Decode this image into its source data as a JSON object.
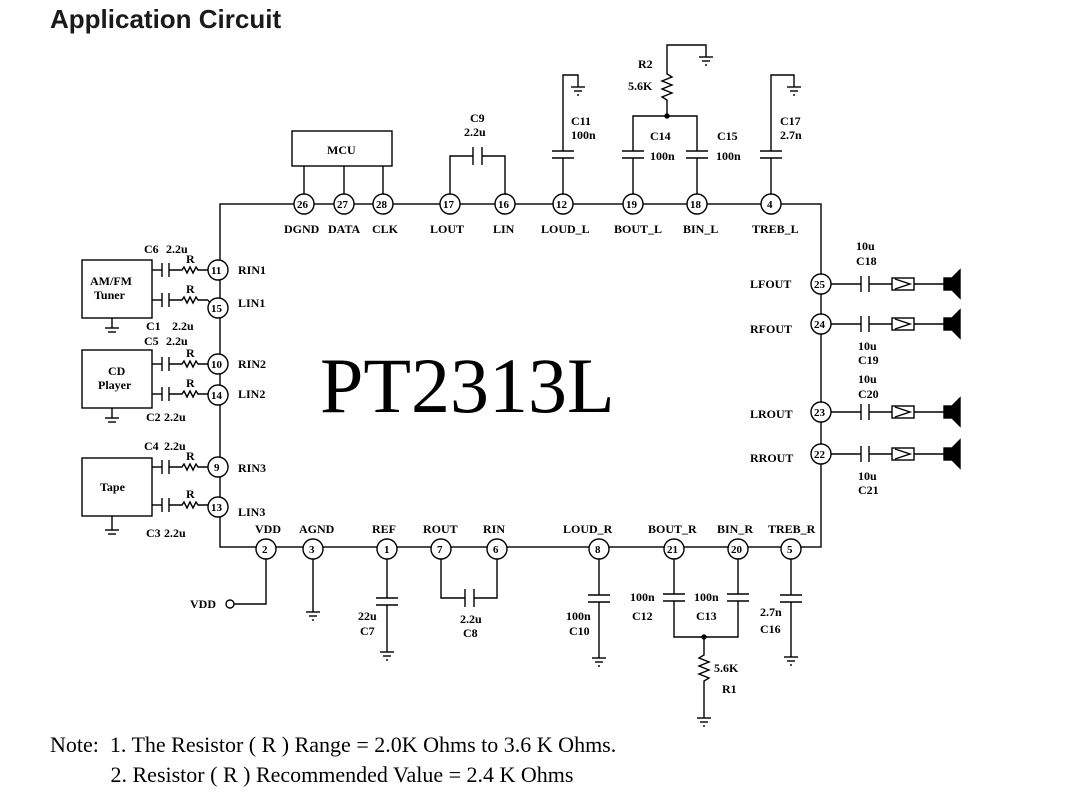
{
  "page": {
    "title": "Application Circuit"
  },
  "chip": {
    "name": "PT2313L"
  },
  "mcu": {
    "label": "MCU"
  },
  "sources": [
    {
      "id": "tuner",
      "lines": [
        "AM/FM",
        "Tuner"
      ]
    },
    {
      "id": "cd",
      "lines": [
        "CD",
        "Player"
      ]
    },
    {
      "id": "tape",
      "lines": [
        "Tape"
      ]
    }
  ],
  "pins": {
    "top": [
      {
        "num": "26",
        "name": "DGND"
      },
      {
        "num": "27",
        "name": "DATA"
      },
      {
        "num": "28",
        "name": "CLK"
      },
      {
        "num": "17",
        "name": "LOUT"
      },
      {
        "num": "16",
        "name": "LIN"
      },
      {
        "num": "12",
        "name": "LOUD_L"
      },
      {
        "num": "19",
        "name": "BOUT_L"
      },
      {
        "num": "18",
        "name": "BIN_L"
      },
      {
        "num": "4",
        "name": "TREB_L"
      }
    ],
    "left": [
      {
        "num": "11",
        "name": "RIN1"
      },
      {
        "num": "15",
        "name": "LIN1"
      },
      {
        "num": "10",
        "name": "RIN2"
      },
      {
        "num": "14",
        "name": "LIN2"
      },
      {
        "num": "9",
        "name": "RIN3"
      },
      {
        "num": "13",
        "name": "LIN3"
      }
    ],
    "right": [
      {
        "num": "25",
        "name": "LFOUT"
      },
      {
        "num": "24",
        "name": "RFOUT"
      },
      {
        "num": "23",
        "name": "LROUT"
      },
      {
        "num": "22",
        "name": "RROUT"
      }
    ],
    "bottom": [
      {
        "num": "2",
        "name": "VDD"
      },
      {
        "num": "3",
        "name": "AGND"
      },
      {
        "num": "1",
        "name": "REF"
      },
      {
        "num": "7",
        "name": "ROUT"
      },
      {
        "num": "6",
        "name": "RIN"
      },
      {
        "num": "8",
        "name": "LOUD_R"
      },
      {
        "num": "21",
        "name": "BOUT_R"
      },
      {
        "num": "20",
        "name": "BIN_R"
      },
      {
        "num": "5",
        "name": "TREB_R"
      }
    ]
  },
  "components": {
    "C9": {
      "name": "C9",
      "value": "2.2u"
    },
    "C11": {
      "name": "C11",
      "value": "100n"
    },
    "C14": {
      "name": "C14",
      "value": "100n"
    },
    "C15": {
      "name": "C15",
      "value": "100n"
    },
    "C17": {
      "name": "C17",
      "value": "2.7n"
    },
    "R2": {
      "name": "R2",
      "value": "5.6K"
    },
    "C6": {
      "name": "C6",
      "value": "2.2u"
    },
    "C1": {
      "name": "C1",
      "value": "2.2u"
    },
    "C5": {
      "name": "C5",
      "value": "2.2u"
    },
    "C2": {
      "name": "C2",
      "value": "2.2u"
    },
    "C4": {
      "name": "C4",
      "value": "2.2u"
    },
    "C3": {
      "name": "C3",
      "value": "2.2u"
    },
    "C18": {
      "name": "C18",
      "value": "10u"
    },
    "C19": {
      "name": "C19",
      "value": "10u"
    },
    "C20": {
      "name": "C20",
      "value": "10u"
    },
    "C21": {
      "name": "C21",
      "value": "10u"
    },
    "C7": {
      "name": "C7",
      "value": "22u"
    },
    "C8": {
      "name": "C8",
      "value": "2.2u"
    },
    "C10": {
      "name": "C10",
      "value": "100n"
    },
    "C12": {
      "name": "C12",
      "value": "100n"
    },
    "C13": {
      "name": "C13",
      "value": "100n"
    },
    "C16": {
      "name": "C16",
      "value": "2.7n"
    },
    "R1": {
      "name": "R1",
      "value": "5.6K"
    }
  },
  "resistor_label": "R",
  "vdd_label": "VDD",
  "notes": {
    "line1": "Note:  1. The Resistor ( R ) Range = 2.0K Ohms to 3.6 K Ohms.",
    "line2": "           2. Resistor ( R ) Recommended Value = 2.4 K Ohms"
  }
}
